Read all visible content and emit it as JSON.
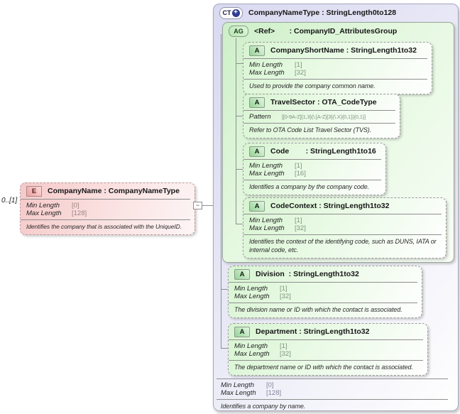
{
  "palette": {
    "element_pink": "#f6c9c9",
    "attribute_green": "#d7f4d1",
    "complex_type_lavender": "#d9d9f1",
    "ct_plus_navy": "#2e3b90",
    "line_grey": "#8f8f8f"
  },
  "element": {
    "cardinality": "0..[1]",
    "icon": "E",
    "title": "CompanyName : CompanyNameType",
    "facets": [
      {
        "label": "Min Length",
        "value": "[0]"
      },
      {
        "label": "Max Length",
        "value": "[128]"
      }
    ],
    "description": "Identifies the company that is associated with the UniqueID."
  },
  "connector": {
    "collapse_glyph": "−"
  },
  "complex_type": {
    "icon": "CT",
    "icon_plus": "+",
    "title": "CompanyNameType : StringLength0to128",
    "attribute_group": {
      "icon": "AG",
      "title": "<Ref>       : CompanyID_AttributesGroup",
      "attributes": [
        {
          "icon": "A",
          "title": "CompanyShortName : StringLength1to32",
          "facets": [
            {
              "label": "Min Length",
              "value": "[1]"
            },
            {
              "label": "Max Length",
              "value": "[32]"
            }
          ],
          "description": "Used to provide the company common name."
        },
        {
          "icon": "A",
          "title": "TravelSector : OTA_CodeType",
          "facets": [
            {
              "label": "Pattern",
              "value": "[[0-9A-Z]{1,3}(\\.[A-Z]{3}(\\.X){0,1}){0,1}]"
            }
          ],
          "description": "Refer to OTA Code List Travel Sector (TVS)."
        },
        {
          "icon": "A",
          "title": "Code        : StringLength1to16",
          "facets": [
            {
              "label": "Min Length",
              "value": "[1]"
            },
            {
              "label": "Max Length",
              "value": "[16]"
            }
          ],
          "description": "Identifies a company by the company code."
        },
        {
          "icon": "A",
          "title": "CodeContext : StringLength1to32",
          "facets": [
            {
              "label": "Min Length",
              "value": "[1]"
            },
            {
              "label": "Max Length",
              "value": "[32]"
            }
          ],
          "description": "Identifies the context of the identifying code, such as DUNS, IATA or internal code, etc."
        }
      ]
    },
    "attributes": [
      {
        "icon": "A",
        "title": "Division  : StringLength1to32",
        "facets": [
          {
            "label": "Min Length",
            "value": "[1]"
          },
          {
            "label": "Max Length",
            "value": "[32]"
          }
        ],
        "description": "The division name or ID with which the contact is associated."
      },
      {
        "icon": "A",
        "title": "Department : StringLength1to32",
        "facets": [
          {
            "label": "Min Length",
            "value": "[1]"
          },
          {
            "label": "Max Length",
            "value": "[32]"
          }
        ],
        "description": "The department name or ID with which the contact is associated."
      }
    ],
    "facets": [
      {
        "label": "Min Length",
        "value": "[0]"
      },
      {
        "label": "Max Length",
        "value": "[128]"
      }
    ],
    "description": "Identifies a company by name."
  }
}
